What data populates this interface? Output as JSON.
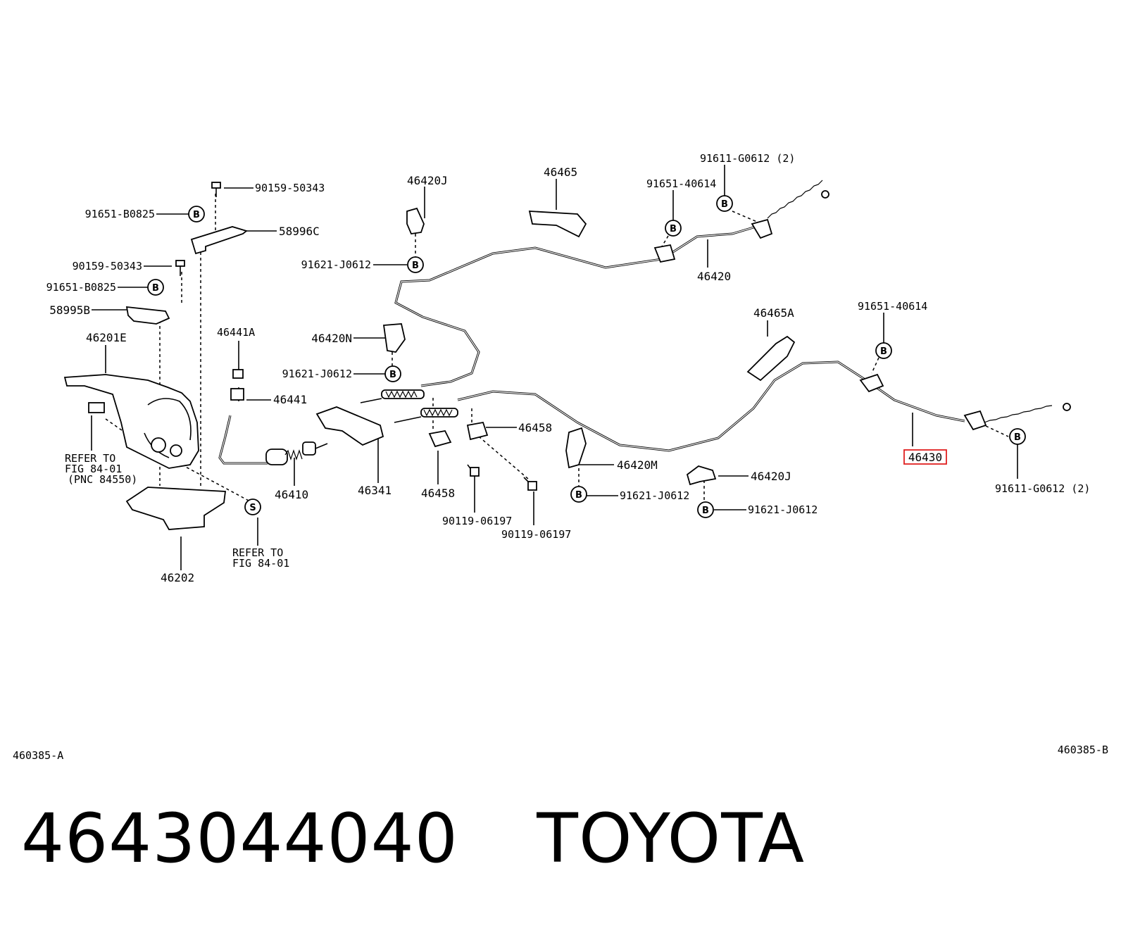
{
  "callouts": {
    "p_90159_50343_a": "90159-50343",
    "p_91651_b0825_a": "91651-B0825",
    "p_58996c": "58996C",
    "p_90159_50343_b": "90159-50343",
    "p_91651_b0825_b": "91651-B0825",
    "p_58995b": "58995B",
    "p_46201e": "46201E",
    "p_46441a": "46441A",
    "p_46441": "46441",
    "refer_fig_a_1": "REFER TO",
    "refer_fig_a_2": "FIG 84-01",
    "refer_fig_a_3": "(PNC 84550)",
    "refer_fig_b_1": "REFER TO",
    "refer_fig_b_2": "FIG 84-01",
    "p_46202": "46202",
    "p_46410": "46410",
    "p_46341": "46341",
    "p_46420j_top": "46420J",
    "p_91621_j0612_a": "91621-J0612",
    "p_46420n": "46420N",
    "p_91621_j0612_b": "91621-J0612",
    "p_46465": "46465",
    "p_91651_40614_a": "91651-40614",
    "p_91611_g0612_a": "91611-G0612 (2)",
    "p_46420": "46420",
    "p_46458_a": "46458",
    "p_46458_b": "46458",
    "p_90119_06197_a": "90119-06197",
    "p_90119_06197_b": "90119-06197",
    "p_46420m": "46420M",
    "p_91621_j0612_c": "91621-J0612",
    "p_46420j_bot": "46420J",
    "p_91621_j0612_d": "91621-J0612",
    "p_46465a": "46465A",
    "p_91651_40614_b": "91651-40614",
    "p_46430": "46430",
    "p_91611_g0612_b": "91611-G0612 (2)",
    "corner_left": "460385-A",
    "corner_right": "460385-B"
  },
  "badges": {
    "b": "B",
    "s": "S"
  },
  "caption": {
    "part_number": "4643044040",
    "brand": "TOYOTA"
  },
  "highlight": {
    "part": "46430",
    "color": "#e02020"
  }
}
